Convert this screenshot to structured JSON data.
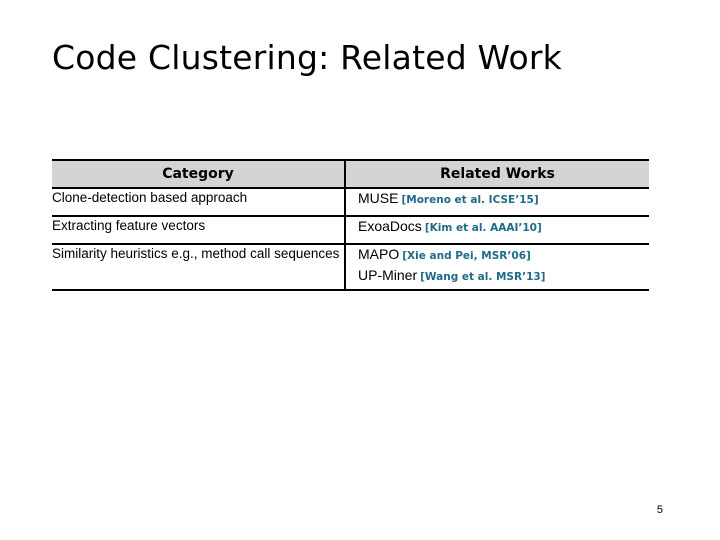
{
  "slide": {
    "title": "Code Clustering: Related Work",
    "page_number": "5",
    "accent_color": "#1f6a87",
    "header_background": "#d4d4d4",
    "border_color": "#000000"
  },
  "table": {
    "headers": {
      "category": "Category",
      "related_works": "Related Works"
    },
    "rows": [
      {
        "category": "Clone-detection based approach",
        "works": [
          {
            "name": "MUSE",
            "citation": "[Moreno et al. ICSE’15]"
          }
        ]
      },
      {
        "category": "Extracting feature vectors",
        "works": [
          {
            "name": "ExoaDocs",
            "citation": "[Kim et al. AAAI’10]"
          }
        ]
      },
      {
        "category": "Similarity heuristics e.g., method call sequences",
        "works": [
          {
            "name": "MAPO",
            "citation": "[Xie and Pei, MSR’06]"
          },
          {
            "name": "UP-Miner",
            "citation": "[Wang et al. MSR’13]"
          }
        ]
      }
    ]
  }
}
